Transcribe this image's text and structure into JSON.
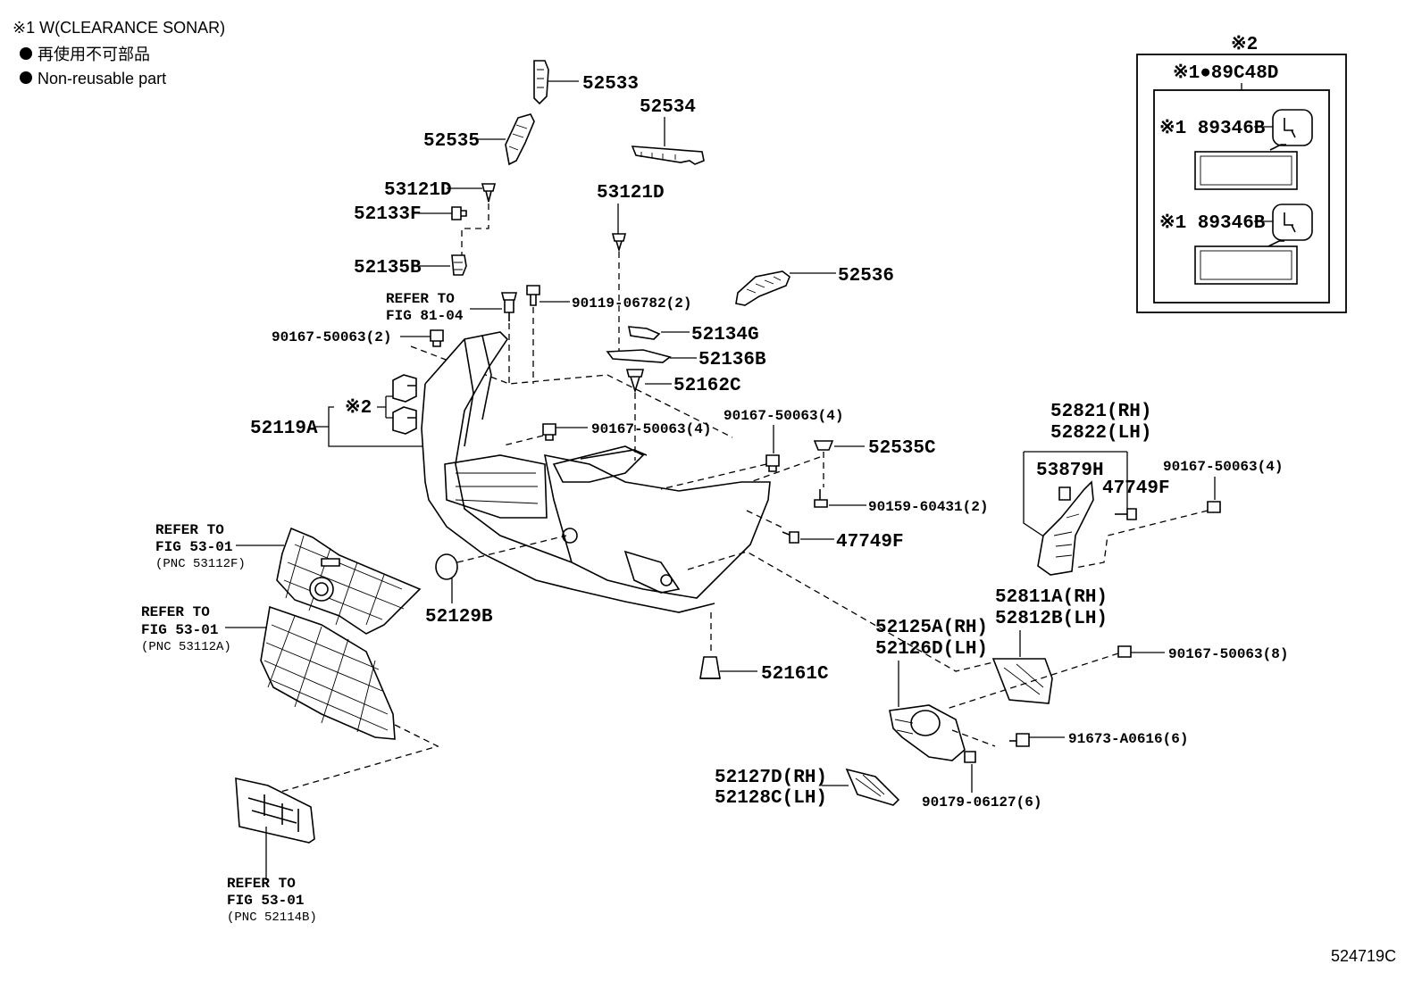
{
  "legend": {
    "note_sonar": "※1 W(CLEARANCE SONAR)",
    "bullet_ja": "再使用不可部品",
    "bullet_en": "Non-reusable part"
  },
  "inset": {
    "title_mark": "※2",
    "kit": "※1●89C48D",
    "sensor_1": "※1 89346B",
    "sensor_2": "※1 89346B"
  },
  "labels": {
    "p52533": "52533",
    "p52534": "52534",
    "p52535": "52535",
    "p53121D_a": "53121D",
    "p52133F": "52133F",
    "p52135B": "52135B",
    "p53121D_b": "53121D",
    "refer81_1": "REFER TO",
    "refer81_2": "FIG 81-04",
    "p90119": "90119-06782(2)",
    "p52536": "52536",
    "p90167_2": "90167-50063(2)",
    "p52134G": "52134G",
    "p52136B": "52136B",
    "p52162C": "52162C",
    "mark2": "※2",
    "p52119A": "52119A",
    "p90167_4a": "90167-50063(4)",
    "p90167_4b": "90167-50063(4)",
    "p52535C": "52535C",
    "p90159": "90159-60431(2)",
    "p47749F_a": "47749F",
    "p52821": "52821(RH)",
    "p52822": "52822(LH)",
    "p53879H": "53879H",
    "p47749F_b": "47749F",
    "p90167_4c": "90167-50063(4)",
    "refer53a_1": "REFER TO",
    "refer53a_2": "FIG 53-01",
    "refer53a_3": "(PNC 53112F)",
    "p52129B": "52129B",
    "refer53b_1": "REFER TO",
    "refer53b_2": "FIG 53-01",
    "refer53b_3": "(PNC 53112A)",
    "p52811A": "52811A(RH)",
    "p52812B": "52812B(LH)",
    "p52125A": "52125A(RH)",
    "p52126D": "52126D(LH)",
    "p90167_8": "90167-50063(8)",
    "p52161C": "52161C",
    "p91673": "91673-A0616(6)",
    "p52127D": "52127D(RH)",
    "p52128C": "52128C(LH)",
    "p90179": "90179-06127(6)",
    "refer53c_1": "REFER TO",
    "refer53c_2": "FIG 53-01",
    "refer53c_3": "(PNC 52114B)",
    "fig_id": "524719C"
  }
}
